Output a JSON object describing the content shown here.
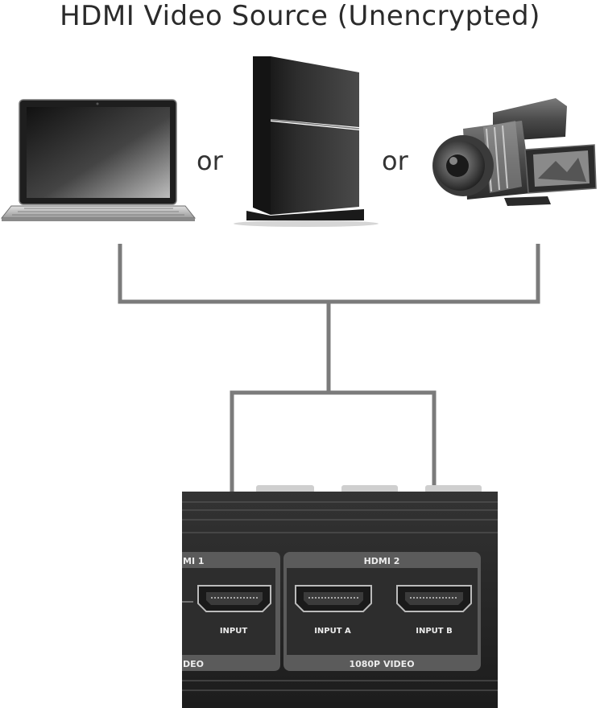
{
  "header": {
    "title": "HDMI Video Source (Unencrypted)"
  },
  "sources": {
    "items": [
      {
        "name": "laptop",
        "icon": "laptop-icon"
      },
      {
        "name": "game-console",
        "icon": "game-console-icon"
      },
      {
        "name": "camcorder",
        "icon": "camcorder-icon"
      }
    ],
    "separator_1": "or",
    "separator_2": "or"
  },
  "device": {
    "group_1": {
      "label": "MI 1",
      "footer": "DEO",
      "ports": [
        {
          "label": "INPUT"
        }
      ]
    },
    "group_2": {
      "label": "HDMI 2",
      "footer": "1080P VIDEO",
      "ports": [
        {
          "label": "INPUT A"
        },
        {
          "label": "INPUT B"
        }
      ]
    }
  },
  "colors": {
    "cable": "#7b7b7b",
    "device_body": "#2a2a2a",
    "panel": "#5a5a5a"
  }
}
